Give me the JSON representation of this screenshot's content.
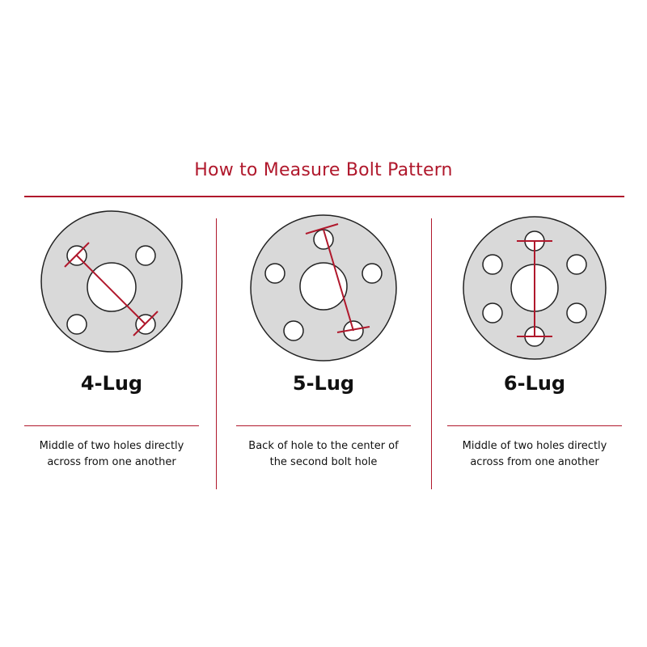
{
  "title": "How to Measure Bolt Pattern",
  "colors": {
    "accent": "#b0182c",
    "disc_fill": "#d9d9d9",
    "disc_stroke": "#222222"
  },
  "panels": [
    {
      "label": "4-Lug",
      "lug_count": 4,
      "caption_lines": [
        "Middle of two holes directly",
        "across from one another"
      ]
    },
    {
      "label": "5-Lug",
      "lug_count": 5,
      "caption_lines": [
        "Back of hole to the center of",
        "the second bolt hole"
      ]
    },
    {
      "label": "6-Lug",
      "lug_count": 6,
      "caption_lines": [
        "Middle of two holes directly",
        "across from one another"
      ]
    }
  ]
}
